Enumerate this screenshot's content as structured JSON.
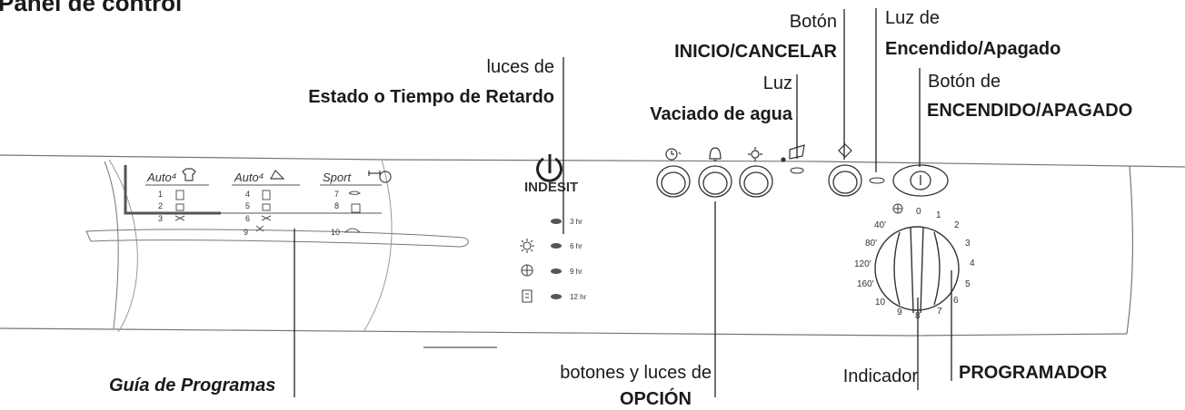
{
  "title": "Panel de control",
  "callouts": {
    "luces_estado_1": "luces de",
    "luces_estado_2": "Estado o Tiempo de Retardo",
    "boton_inicio_1": "Botón",
    "boton_inicio_2": "INICIO/CANCELAR",
    "luz_encendido_1": "Luz de",
    "luz_encendido_2": "Encendido/Apagado",
    "luz_vaciado_1": "Luz",
    "luz_vaciado_2": "Vaciado de agua",
    "boton_encendido_1": "Botón de",
    "boton_encendido_2": "ENCENDIDO/APAGADO",
    "guia": "Guía de Programas",
    "botones_opcion_1": "botones y luces de",
    "botones_opcion_2": "OPCIÓN",
    "indicador": "Indicador",
    "programador": "PROGRAMADOR"
  },
  "brand": "INDESIT",
  "program_guide": {
    "groups": [
      "Auto⁴",
      "Auto⁴",
      "Sport"
    ],
    "col1_numbers": [
      "1",
      "2",
      "3"
    ],
    "col2_numbers": [
      "4",
      "5",
      "6"
    ],
    "col3_numbers": [
      "7",
      "8"
    ],
    "row_numbers": [
      "9",
      "10"
    ]
  },
  "delay_lights": [
    "3 hr",
    "6 hr",
    "9 hr",
    "12 hr"
  ],
  "dial": {
    "left_labels": [
      "40'",
      "80'",
      "120'",
      "160'",
      "10",
      "9"
    ],
    "right_labels": [
      "0",
      "1",
      "2",
      "3",
      "4",
      "5",
      "6",
      "7",
      "8"
    ]
  },
  "icons": [
    "delay-clock-icon",
    "bell-icon",
    "sun-icon",
    "drain-icon",
    "start-diamond-icon",
    "power-icon",
    "shirt-icon",
    "iron-icon",
    "dumbbell-icon",
    "flower-icon"
  ]
}
